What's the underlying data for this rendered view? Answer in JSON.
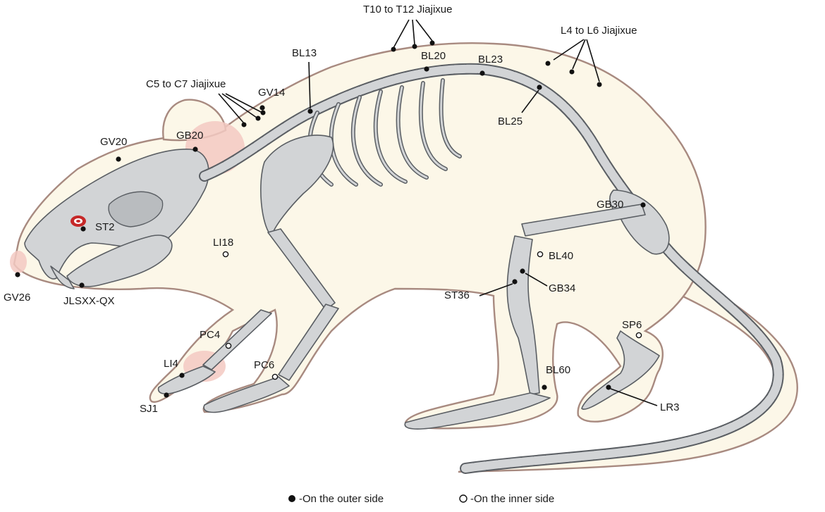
{
  "colors": {
    "body_fill": "#fcf7e8",
    "body_outline": "#a88a80",
    "bone_fill": "#d2d4d6",
    "bone_outline": "#5a5e63",
    "pink_region": "#f3c9c2",
    "eye_red": "#c62828",
    "point": "#111111"
  },
  "acupoints": [
    {
      "label": "GV26",
      "side": "outer"
    },
    {
      "label": "GV20",
      "side": "outer"
    },
    {
      "label": "GB20",
      "side": "outer"
    },
    {
      "label": "ST2",
      "side": "outer"
    },
    {
      "label": "JLSXX-QX",
      "side": "outer"
    },
    {
      "label": "GV14",
      "side": "outer"
    },
    {
      "label": "BL13",
      "side": "outer"
    },
    {
      "label": "BL20",
      "side": "outer"
    },
    {
      "label": "BL23",
      "side": "outer"
    },
    {
      "label": "BL25",
      "side": "outer"
    },
    {
      "label": "GB30",
      "side": "outer"
    },
    {
      "label": "BL40",
      "side": "inner"
    },
    {
      "label": "GB34",
      "side": "outer"
    },
    {
      "label": "ST36",
      "side": "outer"
    },
    {
      "label": "BL60",
      "side": "outer"
    },
    {
      "label": "SP6",
      "side": "inner"
    },
    {
      "label": "LR3",
      "side": "outer"
    },
    {
      "label": "LI18",
      "side": "inner"
    },
    {
      "label": "PC4",
      "side": "inner"
    },
    {
      "label": "PC6",
      "side": "inner"
    },
    {
      "label": "LI4",
      "side": "outer"
    },
    {
      "label": "SJ1",
      "side": "outer"
    }
  ],
  "groups": {
    "c5_c7": "C5 to C7 Jiajixue",
    "t10_t12": "T10 to T12 Jiajixue",
    "l4_l6": "L4 to L6 Jiajixue"
  },
  "legend": {
    "outer": "-On the outer side",
    "inner": "-On the inner side"
  }
}
